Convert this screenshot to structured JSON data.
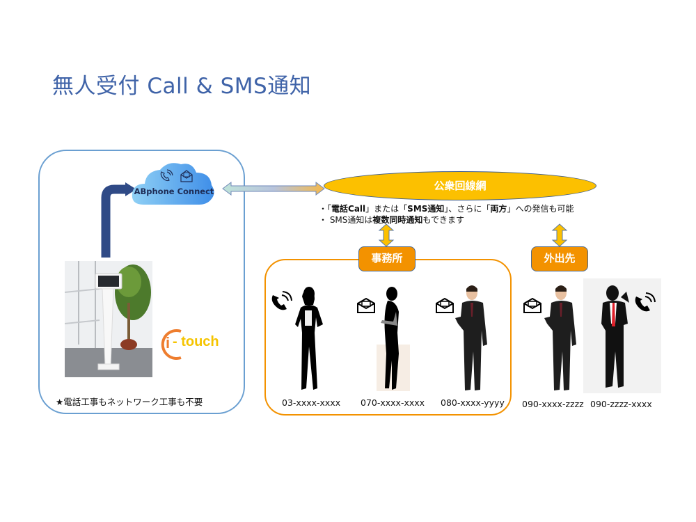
{
  "title": "無人受付 Call & SMS通知",
  "left_section": {
    "cloud_label": "ABphone Connect",
    "cloud_icons": [
      "phone-ringing-icon",
      "envelope-open-icon"
    ],
    "logo_text_i": "i",
    "logo_text_rest": "- touch",
    "note": "★電話工事もネットワーク工事も不要"
  },
  "network": {
    "label": "公衆回線網",
    "bullets": [
      {
        "prefix": "・「",
        "b1": "電話Call",
        "mid1": "」または「",
        "b2": "SMS通知",
        "mid2": "」、さらに「",
        "b3": "両方",
        "suffix": "」への発信も可能"
      },
      {
        "prefix": "・ SMS通知は",
        "b1": "複数同時通知",
        "suffix": "もできます"
      }
    ]
  },
  "groups": {
    "office": {
      "label": "事務所",
      "people": [
        {
          "number": "03-xxxx-xxxx",
          "notify": "phone-ringing-icon"
        },
        {
          "number": "070-xxxx-xxxx",
          "notify": "envelope-open-icon"
        },
        {
          "number": "080-xxxx-yyyy",
          "notify": "envelope-open-icon"
        }
      ]
    },
    "away": {
      "label": "外出先",
      "people": [
        {
          "number": "090-xxxx-zzzz",
          "notify": "envelope-open-icon"
        },
        {
          "number": "090-zzzz-xxxx",
          "notify": "phone-ringing-icon"
        }
      ]
    }
  },
  "colors": {
    "title": "#3f63a8",
    "network": "#fcc000",
    "group_label": "#f39200",
    "left_border": "#6a9fd1",
    "up_arrow": "#2f4a86"
  }
}
